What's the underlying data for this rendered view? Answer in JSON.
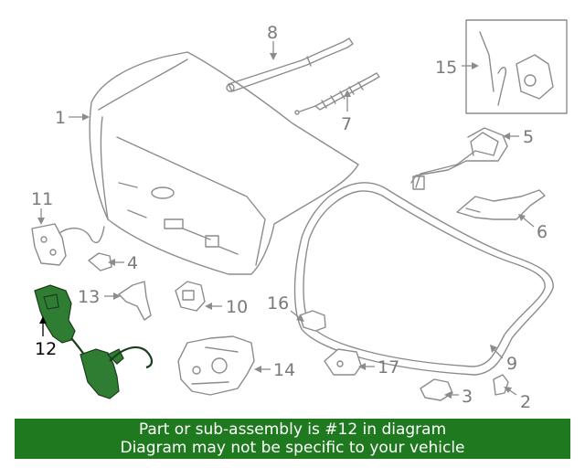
{
  "part_labels": {
    "p1": "1",
    "p2": "2",
    "p3": "3",
    "p4": "4",
    "p5": "5",
    "p6": "6",
    "p7": "7",
    "p8": "8",
    "p9": "9",
    "p10": "10",
    "p11": "11",
    "p12": "12",
    "p13": "13",
    "p14": "14",
    "p15": "15",
    "p16": "16",
    "p17": "17"
  },
  "highlighted_part": "12",
  "highlight_color": "#2e7d32",
  "banner": {
    "line1": "Part or sub-assembly is #12 in diagram",
    "line2": "Diagram may not be specific to your vehicle",
    "background": "#1f7a1f",
    "text_color": "#ffffff"
  }
}
